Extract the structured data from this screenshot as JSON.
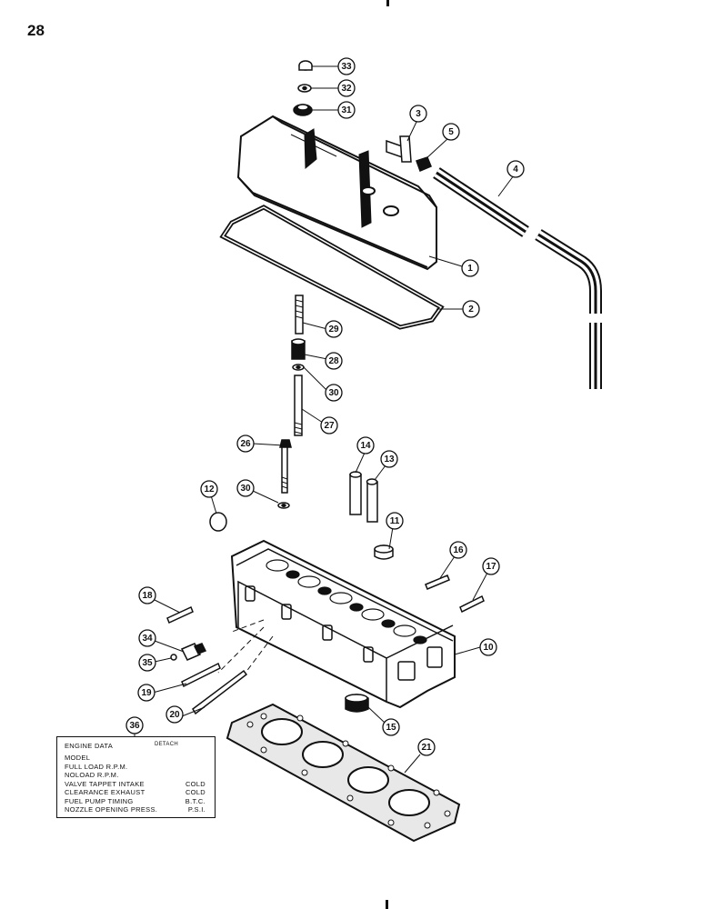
{
  "page": {
    "number": "28"
  },
  "callouts": [
    {
      "id": "c33",
      "label": "33"
    },
    {
      "id": "c32",
      "label": "32"
    },
    {
      "id": "c31",
      "label": "31"
    },
    {
      "id": "c3",
      "label": "3"
    },
    {
      "id": "c5",
      "label": "5"
    },
    {
      "id": "c4",
      "label": "4"
    },
    {
      "id": "c1",
      "label": "1"
    },
    {
      "id": "c2",
      "label": "2"
    },
    {
      "id": "c29",
      "label": "29"
    },
    {
      "id": "c28",
      "label": "28"
    },
    {
      "id": "c30a",
      "label": "30"
    },
    {
      "id": "c27",
      "label": "27"
    },
    {
      "id": "c26",
      "label": "26"
    },
    {
      "id": "c14",
      "label": "14"
    },
    {
      "id": "c13",
      "label": "13"
    },
    {
      "id": "c12",
      "label": "12"
    },
    {
      "id": "c30b",
      "label": "30"
    },
    {
      "id": "c11",
      "label": "11"
    },
    {
      "id": "c16",
      "label": "16"
    },
    {
      "id": "c17",
      "label": "17"
    },
    {
      "id": "c18",
      "label": "18"
    },
    {
      "id": "c34",
      "label": "34"
    },
    {
      "id": "c35",
      "label": "35"
    },
    {
      "id": "c10",
      "label": "10"
    },
    {
      "id": "c19",
      "label": "19"
    },
    {
      "id": "c20",
      "label": "20"
    },
    {
      "id": "c15",
      "label": "15"
    },
    {
      "id": "c36",
      "label": "36"
    },
    {
      "id": "c21",
      "label": "21"
    }
  ],
  "data_plate": {
    "header": "ENGINE DATA",
    "header_right": "DETACH",
    "lines": [
      {
        "left": "MODEL",
        "right": ""
      },
      {
        "left": "FULL LOAD R.P.M.",
        "right": ""
      },
      {
        "left": "NOLOAD R.P.M.",
        "right": ""
      },
      {
        "left": "VALVE TAPPET   INTAKE",
        "right": "COLD"
      },
      {
        "left": "  CLEARANCE    EXHAUST",
        "right": "COLD"
      },
      {
        "left": "FUEL PUMP TIMING",
        "right": "B.T.C."
      },
      {
        "left": "NOZZLE OPENING PRESS.",
        "right": "P.S.I."
      }
    ]
  }
}
